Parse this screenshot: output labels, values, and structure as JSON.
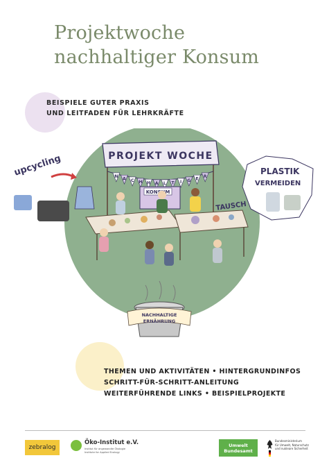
{
  "title": {
    "line1": "Projektwoche",
    "line2": "nachhaltiger Konsum"
  },
  "subtitle": {
    "line1": "BEISPIELE GUTER PRAXIS",
    "line2": "UND LEITFADEN FÜR LEHRKRÄFTE"
  },
  "illustration": {
    "banner": "PROJEKT WOCHE",
    "garland_letters": [
      "N",
      "A",
      "C",
      "H",
      "H",
      "A",
      "L",
      "T",
      "I",
      "G",
      "E",
      "R"
    ],
    "stand_sign": "KONSUM",
    "upcycling": "upcycling",
    "plastik": {
      "line1": "PLASTIK",
      "line2": "VERMEIDEN"
    },
    "tausch": "TAUSCH",
    "pot_label": {
      "line1": "NACHHALTIGE",
      "line2": "ERNÄHRUNG"
    }
  },
  "features": {
    "line1": "THEMEN UND AKTIVITÄTEN • HINTERGRUNDINFOS",
    "line2": "SCHRITT-FÜR-SCHRITT-ANLEITUNG",
    "line3": "WEITERFÜHRENDE LINKS • BEISPIELPROJEKTE"
  },
  "logos": {
    "zebralog": "zebralog",
    "oeko_name": "Öko-Institut e.V.",
    "oeko_tag1": "Institut für angewandte Ökologie",
    "oeko_tag2": "Institute for Applied Ecology",
    "uba1": "Umwelt",
    "uba2": "Bundesamt",
    "bmu1": "Bundesministerium",
    "bmu2": "für Umwelt, Naturschutz",
    "bmu3": "und nukleare Sicherheit"
  },
  "colors": {
    "title": "#7a8a6a",
    "circle": "#8fb08f",
    "lilac": "#ece1f0",
    "yellow": "#fbf0c9",
    "zebralog": "#f2c73a",
    "oeko_green": "#7bbf3e",
    "uba_green": "#5fb04a",
    "banner_purple": "#6b5a9a"
  }
}
